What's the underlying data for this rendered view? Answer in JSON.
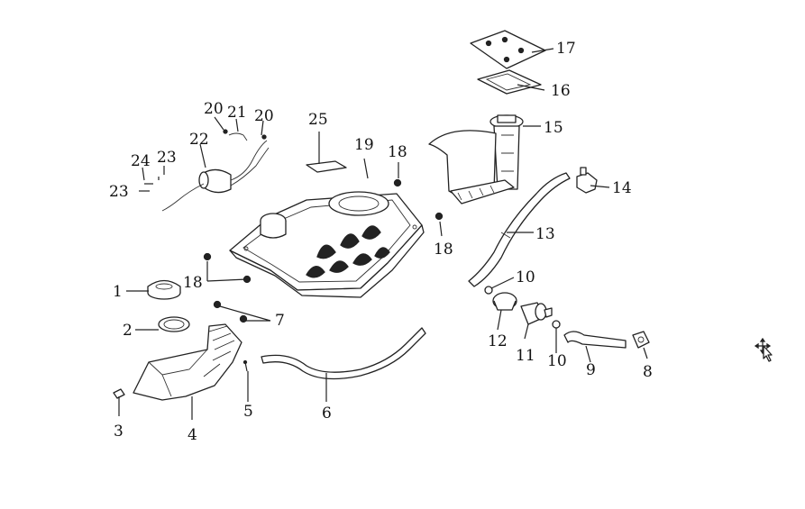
{
  "labels": {
    "l1": "1",
    "l2": "2",
    "l3": "3",
    "l4": "4",
    "l5": "5",
    "l6": "6",
    "l7": "7",
    "l8": "8",
    "l9": "9",
    "l10a": "10",
    "l10b": "10",
    "l11": "11",
    "l12": "12",
    "l13": "13",
    "l14": "14",
    "l15": "15",
    "l16": "16",
    "l17": "17",
    "l18a": "18",
    "l18b": "18",
    "l18c": "18",
    "l19": "19",
    "l20a": "20",
    "l20b": "20",
    "l21": "21",
    "l22": "22",
    "l23a": "23",
    "l23b": "23",
    "l24": "24",
    "l25": "25"
  },
  "icons": {
    "cursor": "move-cursor-icon"
  },
  "colors": {
    "ink": "#222222",
    "background": "#ffffff"
  }
}
